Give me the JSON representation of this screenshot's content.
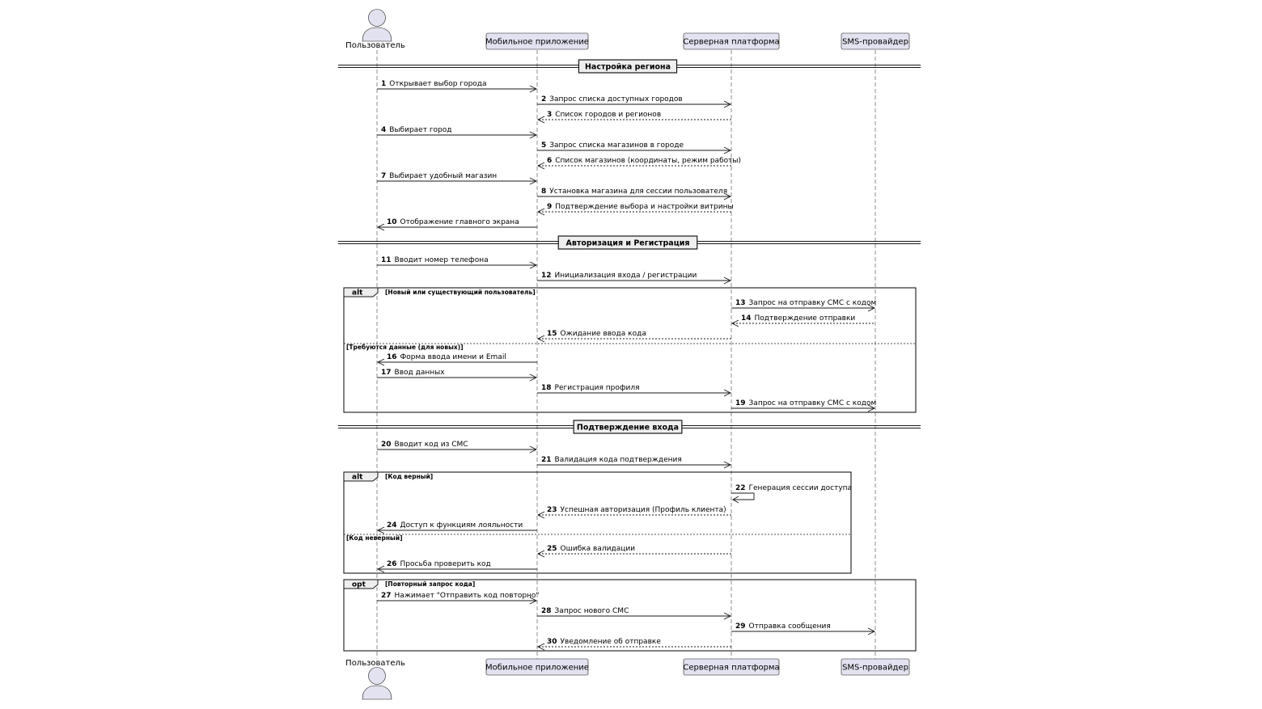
{
  "participants": [
    {
      "id": "user",
      "label": "Пользователь",
      "kind": "actor"
    },
    {
      "id": "app",
      "label": "Мобильное приложение",
      "kind": "participant"
    },
    {
      "id": "server",
      "label": "Серверная платформа",
      "kind": "participant"
    },
    {
      "id": "sms",
      "label": "SMS-провайдер",
      "kind": "participant"
    }
  ],
  "colors": {
    "participant_fill": "#e2e2f0",
    "line": "#181818",
    "divider_fill": "#eeeeee"
  },
  "dividers": [
    {
      "label": "Настройка региона",
      "after_step": 0
    },
    {
      "label": "Авторизация и Регистрация",
      "after_step": 10
    },
    {
      "label": "Подтверждение входа",
      "after_step": 19
    }
  ],
  "messages": [
    {
      "n": "1",
      "from": "user",
      "to": "app",
      "text": "Открывает выбор города",
      "style": "solid"
    },
    {
      "n": "2",
      "from": "app",
      "to": "server",
      "text": "Запрос списка доступных городов",
      "style": "solid"
    },
    {
      "n": "3",
      "from": "server",
      "to": "app",
      "text": "Список городов и регионов",
      "style": "dashed"
    },
    {
      "n": "4",
      "from": "user",
      "to": "app",
      "text": "Выбирает город",
      "style": "solid"
    },
    {
      "n": "5",
      "from": "app",
      "to": "server",
      "text": "Запрос списка магазинов в городе",
      "style": "solid"
    },
    {
      "n": "6",
      "from": "server",
      "to": "app",
      "text": "Список магазинов (координаты, режим работы)",
      "style": "dashed"
    },
    {
      "n": "7",
      "from": "user",
      "to": "app",
      "text": "Выбирает удобный магазин",
      "style": "solid"
    },
    {
      "n": "8",
      "from": "app",
      "to": "server",
      "text": "Установка магазина для сессии пользователя",
      "style": "solid"
    },
    {
      "n": "9",
      "from": "server",
      "to": "app",
      "text": "Подтверждение выбора и настройки витрины",
      "style": "dashed"
    },
    {
      "n": "10",
      "from": "app",
      "to": "user",
      "text": "Отображение главного экрана",
      "style": "solid"
    },
    {
      "n": "11",
      "from": "user",
      "to": "app",
      "text": "Вводит номер телефона",
      "style": "solid"
    },
    {
      "n": "12",
      "from": "app",
      "to": "server",
      "text": "Инициализация входа / регистрации",
      "style": "solid"
    },
    {
      "n": "13",
      "from": "server",
      "to": "sms",
      "text": "Запрос на отправку СМС с кодом",
      "style": "solid"
    },
    {
      "n": "14",
      "from": "sms",
      "to": "server",
      "text": "Подтверждение отправки",
      "style": "dashed"
    },
    {
      "n": "15",
      "from": "server",
      "to": "app",
      "text": "Ожидание ввода кода",
      "style": "dashed"
    },
    {
      "n": "16",
      "from": "app",
      "to": "user",
      "text": "Форма ввода имени и Email",
      "style": "solid"
    },
    {
      "n": "17",
      "from": "user",
      "to": "app",
      "text": "Ввод данных",
      "style": "solid"
    },
    {
      "n": "18",
      "from": "app",
      "to": "server",
      "text": "Регистрация профиля",
      "style": "solid"
    },
    {
      "n": "19",
      "from": "server",
      "to": "sms",
      "text": "Запрос на отправку СМС с кодом",
      "style": "solid"
    },
    {
      "n": "20",
      "from": "user",
      "to": "app",
      "text": "Вводит код из СМС",
      "style": "solid"
    },
    {
      "n": "21",
      "from": "app",
      "to": "server",
      "text": "Валидация кода подтверждения",
      "style": "solid"
    },
    {
      "n": "22",
      "from": "server",
      "to": "server",
      "text": "Генерация сессии доступа",
      "style": "self"
    },
    {
      "n": "23",
      "from": "server",
      "to": "app",
      "text": "Успешная авторизация (Профиль клиента)",
      "style": "dashed"
    },
    {
      "n": "24",
      "from": "app",
      "to": "user",
      "text": "Доступ к функциям лояльности",
      "style": "solid"
    },
    {
      "n": "25",
      "from": "server",
      "to": "app",
      "text": "Ошибка валидации",
      "style": "dashed"
    },
    {
      "n": "26",
      "from": "app",
      "to": "user",
      "text": "Просьба проверить код",
      "style": "solid"
    },
    {
      "n": "27",
      "from": "user",
      "to": "app",
      "text": "Нажимает \"Отправить код повторно\"",
      "style": "solid"
    },
    {
      "n": "28",
      "from": "app",
      "to": "server",
      "text": "Запрос нового СМС",
      "style": "solid"
    },
    {
      "n": "29",
      "from": "server",
      "to": "sms",
      "text": "Отправка сообщения",
      "style": "solid"
    },
    {
      "n": "30",
      "from": "server",
      "to": "app",
      "text": "Уведомление об отправке",
      "style": "dashed"
    }
  ],
  "fragments": [
    {
      "operator": "alt",
      "guard": "[Новый или существующий пользователь]",
      "else_guard": "[Требуются данные (для новых)]",
      "first_step": 13,
      "else_step": 16,
      "last_step": 19
    },
    {
      "operator": "alt",
      "guard": "[Код верный]",
      "else_guard": "[Код неверный]",
      "first_step": 22,
      "else_step": 25,
      "last_step": 26
    },
    {
      "operator": "opt",
      "guard": "[Повторный запрос кода]",
      "else_guard": "",
      "first_step": 27,
      "else_step": 0,
      "last_step": 30
    }
  ]
}
